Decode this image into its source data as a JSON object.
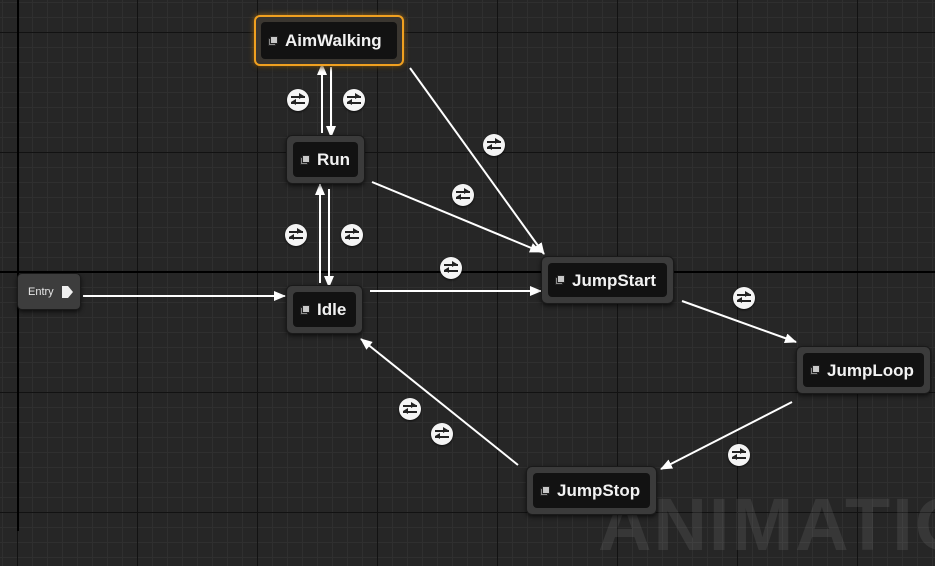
{
  "graph": {
    "entry": {
      "label": "Entry",
      "icon": "entry-pin-icon"
    },
    "states": {
      "aimwalking": {
        "label": "AimWalking",
        "selected": true
      },
      "run": {
        "label": "Run"
      },
      "idle": {
        "label": "Idle"
      },
      "jumpstart": {
        "label": "JumpStart"
      },
      "jumploop": {
        "label": "JumpLoop"
      },
      "jumpstop": {
        "label": "JumpStop"
      }
    },
    "transitions": [
      {
        "from": "Run",
        "to": "AimWalking",
        "icon": "transition-rule-icon"
      },
      {
        "from": "AimWalking",
        "to": "Run",
        "icon": "transition-rule-icon"
      },
      {
        "from": "Idle",
        "to": "Run",
        "icon": "transition-rule-icon"
      },
      {
        "from": "Run",
        "to": "Idle",
        "icon": "transition-rule-icon"
      },
      {
        "from": "AimWalking",
        "to": "JumpStart",
        "icon": "transition-rule-icon"
      },
      {
        "from": "Run",
        "to": "JumpStart",
        "icon": "transition-rule-icon"
      },
      {
        "from": "Idle",
        "to": "JumpStart",
        "icon": "transition-rule-icon"
      },
      {
        "from": "JumpStart",
        "to": "JumpLoop",
        "icon": "transition-rule-icon"
      },
      {
        "from": "JumpLoop",
        "to": "JumpStop",
        "icon": "transition-rule-icon"
      },
      {
        "from": "JumpStop",
        "to": "Idle",
        "icon": "transition-rule-icon"
      }
    ],
    "watermark": "ANIMATION",
    "colors": {
      "background": "#262626",
      "node": "#3b3b3b",
      "node_title_bar": "#121212",
      "selection": "#f0a020",
      "wire": "#ffffff"
    }
  }
}
